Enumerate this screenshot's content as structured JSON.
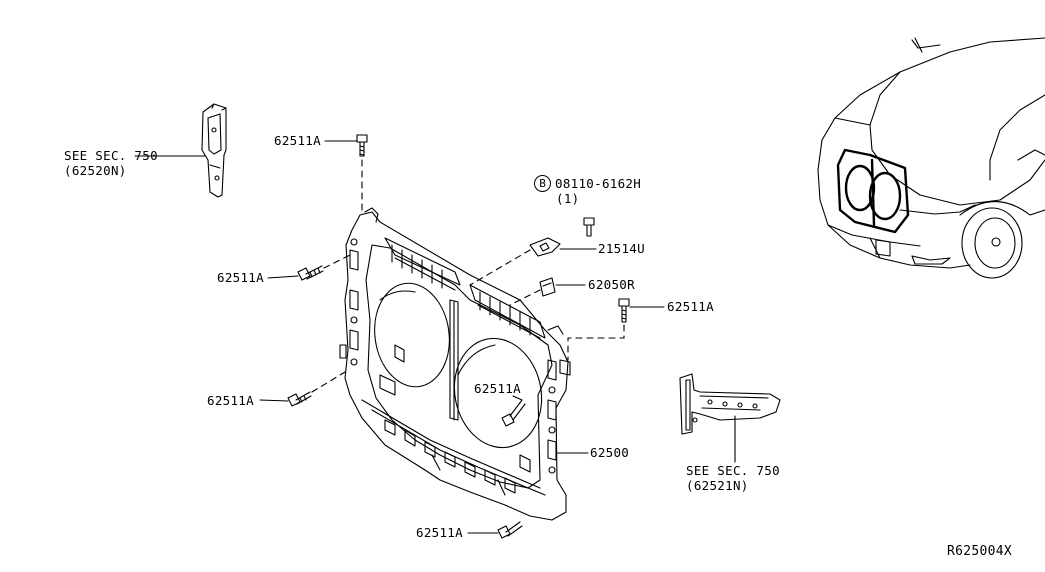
{
  "diagram_id": "R625004X",
  "labels": {
    "see_sec_left_line1": "SEE SEC. 750",
    "see_sec_left_line2": "(62520N)",
    "see_sec_right_line1": "SEE SEC. 750",
    "see_sec_right_line2": "(62521N)",
    "bolt_label": "62511A",
    "bolt_ref_circle": "B",
    "bolt_ref_number": "08110-6162H",
    "bolt_ref_qty": "(1)",
    "bracket": "21514U",
    "clip": "62050R",
    "support": "62500"
  }
}
